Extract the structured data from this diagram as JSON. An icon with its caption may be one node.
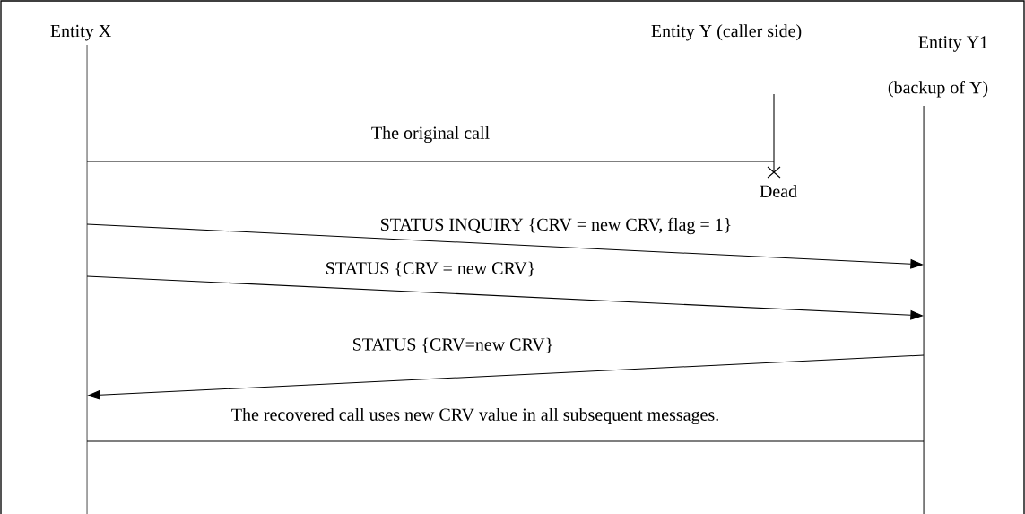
{
  "diagram": {
    "nodes": [
      {
        "text": [
          "Entity X"
        ]
      },
      {
        "text": [
          "Entity Y (caller side)"
        ]
      },
      {
        "text": [
          "Entity Y1",
          "(backup of Y)"
        ]
      }
    ],
    "edges": [
      {
        "from": 0,
        "to": 1,
        "arrow": "none",
        "label": "The original call"
      },
      {
        "from": 0,
        "to": 2,
        "arrow": "to",
        "label": "STATUS INQUIRY {CRV = new CRV, flag = 1}"
      },
      {
        "from": 0,
        "to": 2,
        "arrow": "to",
        "label": "STATUS {CRV = new CRV}"
      },
      {
        "from": 2,
        "to": 0,
        "arrow": "to",
        "label": "STATUS {CRV=new CRV}"
      },
      {
        "from": 0,
        "to": 2,
        "arrow": "none",
        "label": "The recovered call uses new CRV value in all subsequent messages."
      }
    ],
    "labels": [
      "Dead"
    ]
  }
}
